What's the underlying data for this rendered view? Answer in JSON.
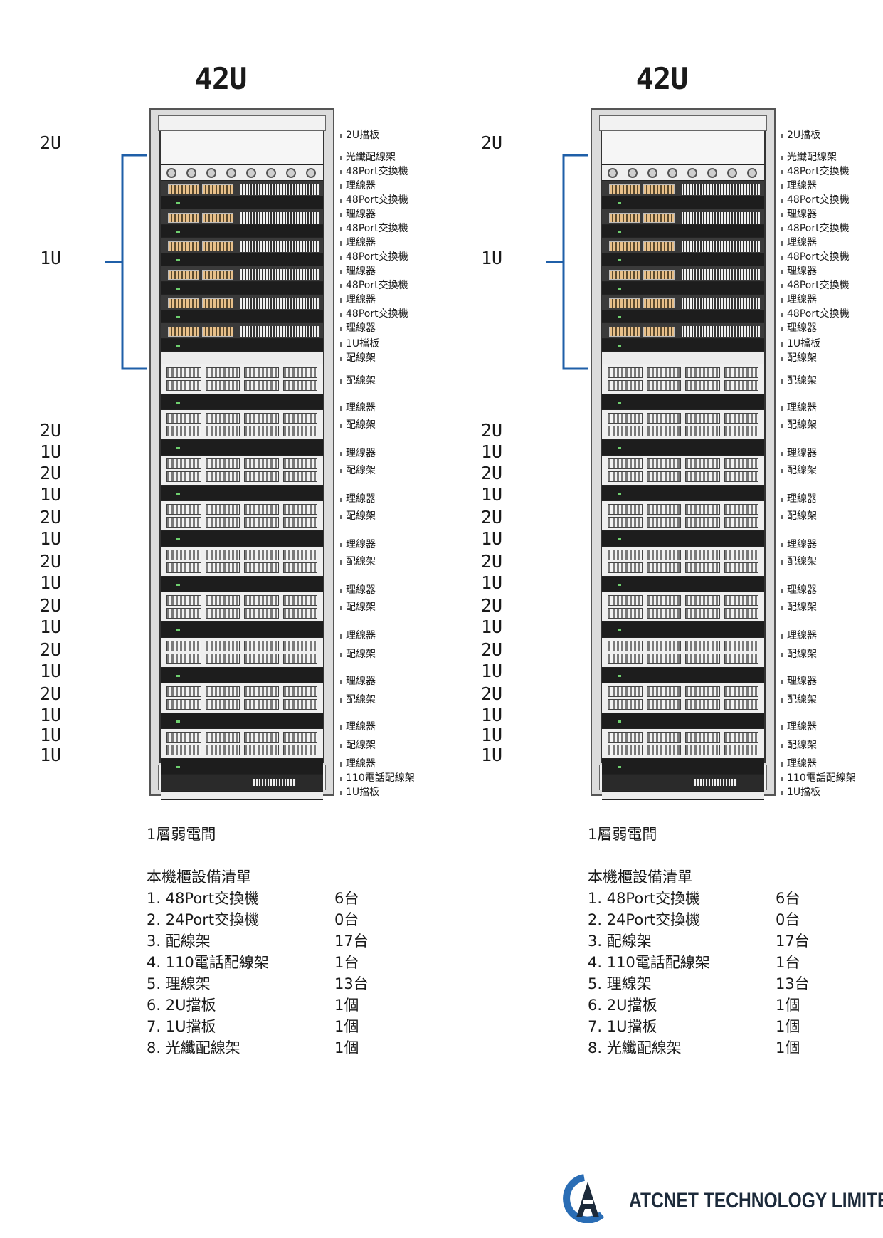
{
  "rack_title": "42U",
  "left_units": [
    "2U",
    "1U",
    "2U",
    "1U",
    "2U",
    "1U",
    "2U",
    "1U",
    "2U",
    "1U",
    "2U",
    "1U",
    "2U",
    "1U",
    "2U",
    "1U",
    "1U",
    "1U"
  ],
  "right_labels": [
    "2U擋板",
    "光纖配線架",
    "48Port交換機",
    "理線器",
    "48Port交換機",
    "理線器",
    "48Port交換機",
    "理線器",
    "48Port交換機",
    "理線器",
    "48Port交換機",
    "理線器",
    "48Port交換機",
    "理線器",
    "1U擋板",
    "配線架",
    "配線架",
    "理線器",
    "配線架",
    "理線器",
    "配線架",
    "理線器",
    "配線架",
    "理線器",
    "配線架",
    "理線器",
    "配線架",
    "理線器",
    "配線架",
    "理線器",
    "配線架",
    "理線器",
    "配線架",
    "理線器",
    "110電話配線架",
    "1U擋板"
  ],
  "room_label": "1層弱電間",
  "list_title": "本機櫃設備清單",
  "equipment_list": [
    {
      "name": "1. 48Port交換機",
      "qty": "6台"
    },
    {
      "name": "2. 24Port交換機",
      "qty": "0台"
    },
    {
      "name": "3. 配線架",
      "qty": "17台"
    },
    {
      "name": "4. 110電話配線架",
      "qty": "1台"
    },
    {
      "name": "5. 理線架",
      "qty": "13台"
    },
    {
      "name": "6. 2U擋板",
      "qty": "1個"
    },
    {
      "name": "7. 1U擋板",
      "qty": "1個"
    },
    {
      "name": "8. 光纖配線架",
      "qty": "1個"
    }
  ],
  "company_name": "ATCNET TECHNOLOGY LIMITED",
  "colors": {
    "bracket": "#1f5fa8",
    "logo_blue": "#2a6db5",
    "logo_dark": "#1c2a3a"
  }
}
